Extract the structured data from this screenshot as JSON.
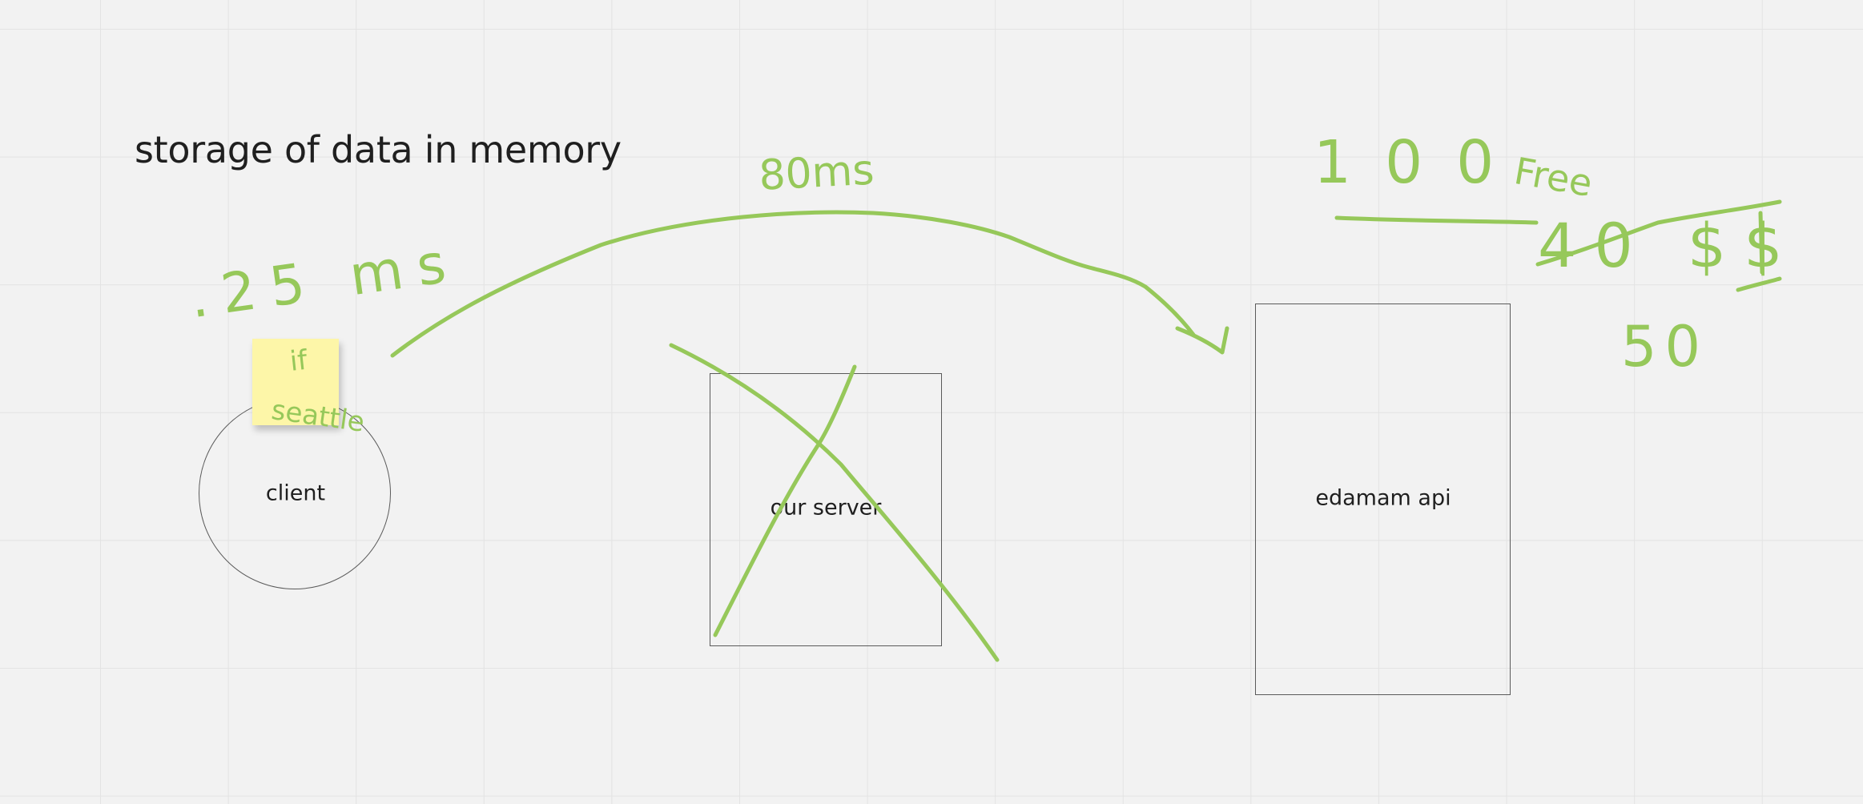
{
  "board": {
    "title": "storage of data in memory",
    "shapes": {
      "client": "client",
      "server": "our server",
      "api": "edamam api"
    },
    "sticky_note": {
      "line1": "if",
      "line2": "seattle"
    },
    "annotations": {
      "client_latency": ".25 ms",
      "request_latency": "80ms",
      "free_tier_count": "100",
      "free_label": "Free",
      "price": "40 $$",
      "extra_count": "50"
    },
    "ink_color": "#96c85a"
  }
}
